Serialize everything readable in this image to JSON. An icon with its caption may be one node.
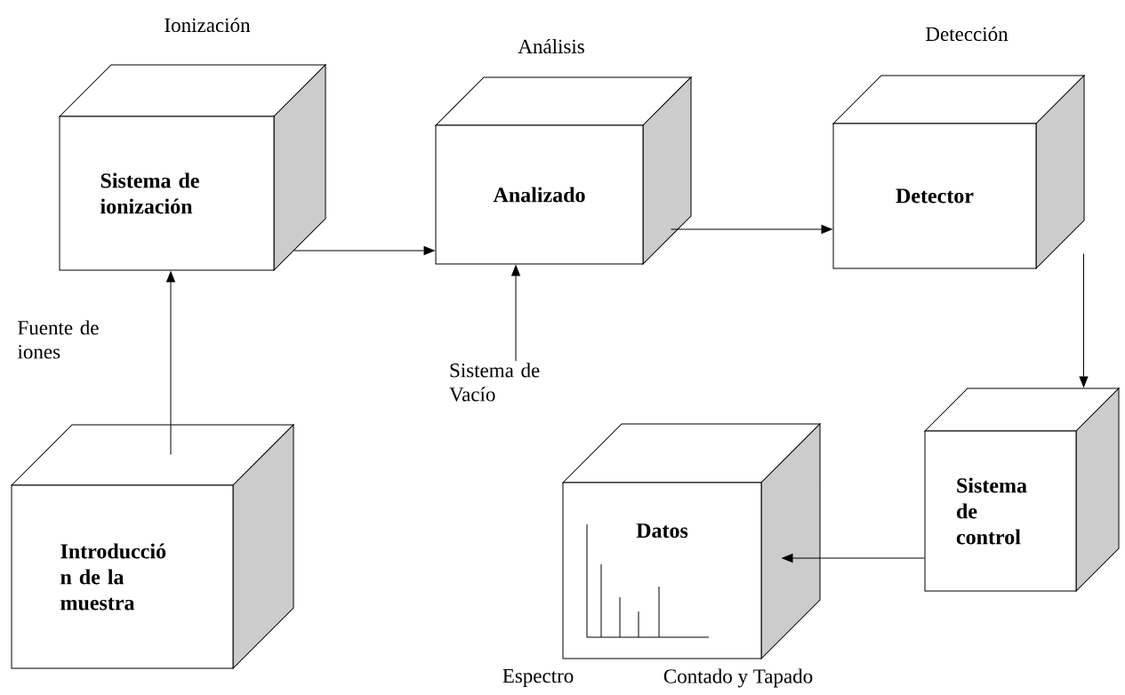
{
  "diagram": {
    "nodes": [
      {
        "text": [
          "Sistema de ionización"
        ],
        "beside": [
          "Ionización"
        ]
      },
      {
        "text": [
          "Analizado"
        ],
        "beside": [
          "Análisis"
        ]
      },
      {
        "text": [
          "Detector"
        ],
        "beside": [
          "Detección"
        ]
      },
      {
        "text": [
          "Introducció n de la muestra"
        ]
      },
      {
        "text": [
          "Datos"
        ],
        "beside": [
          "Espectro",
          "Contado y Tapado"
        ]
      },
      {
        "text": [
          "Sistema de control"
        ]
      },
      {
        "text": [
          "Sistema de Vacío"
        ]
      }
    ],
    "edges": [
      {
        "from": 3,
        "to": 0,
        "arrow": "to",
        "label": "Fuente de iones"
      },
      {
        "from": 0,
        "to": 1,
        "arrow": "to"
      },
      {
        "from": 1,
        "to": 2,
        "arrow": "to"
      },
      {
        "from": 2,
        "to": 5,
        "arrow": "to"
      },
      {
        "from": 6,
        "to": 1,
        "arrow": "to"
      },
      {
        "from": 5,
        "to": 4,
        "arrow": "to"
      }
    ]
  }
}
